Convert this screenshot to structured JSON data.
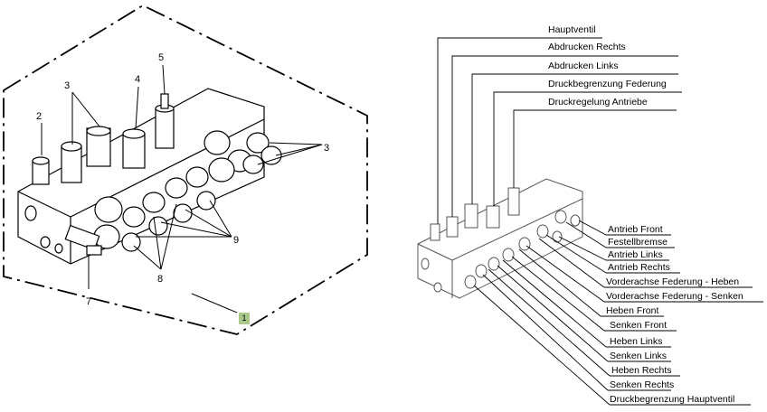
{
  "left_diagram": {
    "part_numbers": {
      "n2": "2",
      "n3a": "3",
      "n4": "4",
      "n5": "5",
      "n3b": "3",
      "n9": "9",
      "n8": "8",
      "n7": "7"
    },
    "callout": "1",
    "callout_color": "#a9c98b"
  },
  "right_diagram": {
    "top_labels": [
      "Hauptventil",
      "Abdrucken Rechts",
      "Abdrucken Links",
      "Druckbegrenzung Federung",
      "Druckregelung Antriebe"
    ],
    "right_labels": [
      "Antrieb Front",
      "Festellbremse",
      "Antrieb Links",
      "Antrieb Rechts",
      "Vorderachse Federung - Heben",
      "Vorderachse Federung - Senken",
      "Heben Front",
      "Senken Front",
      "Heben Links",
      "Senken Links",
      "Heben Rechts",
      "Senken Rechts",
      "Druckbegrenzung Hauptventil"
    ]
  }
}
